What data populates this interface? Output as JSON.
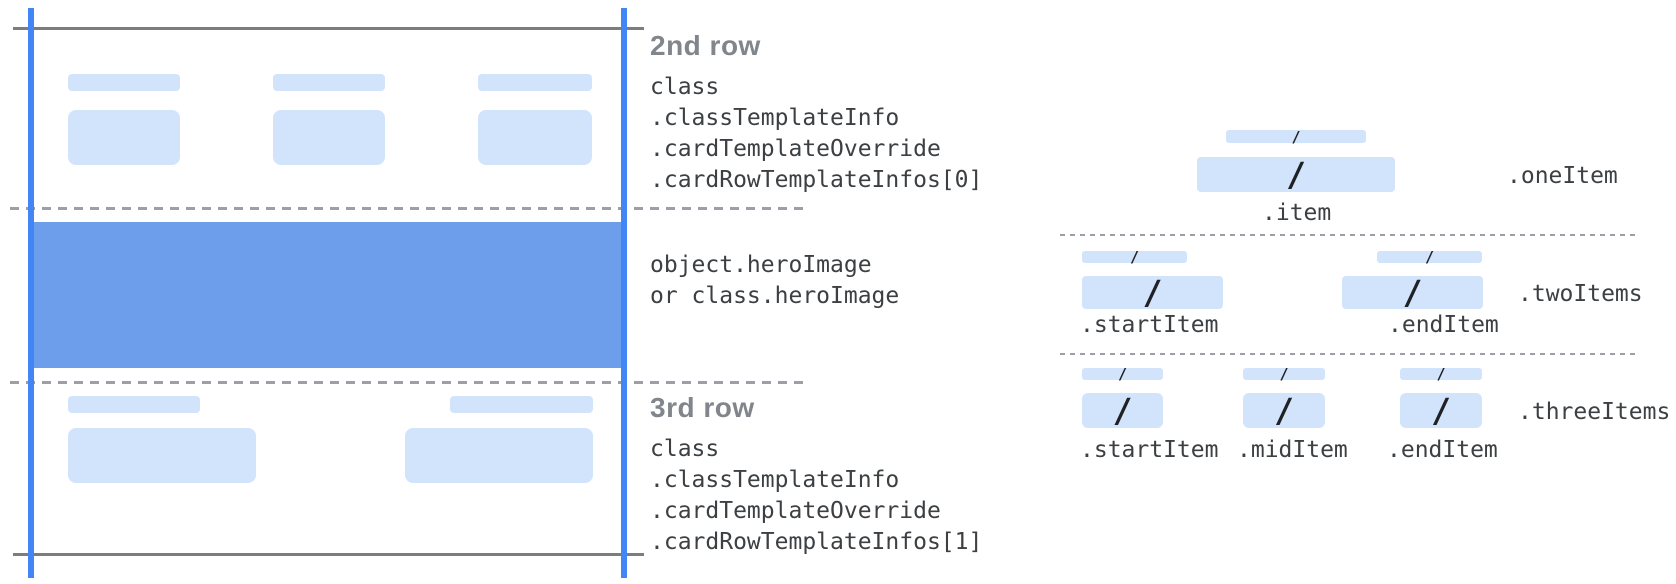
{
  "annotations": {
    "row2": {
      "heading": "2nd row",
      "code": [
        "class",
        ".classTemplateInfo",
        ".cardTemplateOverride",
        ".cardRowTemplateInfos[0]"
      ]
    },
    "hero": {
      "code": [
        "object.heroImage",
        "or class.heroImage"
      ]
    },
    "row3": {
      "heading": "3rd row",
      "code": [
        "class",
        ".classTemplateInfo",
        ".cardTemplateOverride",
        ".cardRowTemplateInfos[1]"
      ]
    }
  },
  "layouts": {
    "one": {
      "name": ".oneItem",
      "items": [
        ".item"
      ]
    },
    "two": {
      "name": ".twoItems",
      "items": [
        ".startItem",
        ".endItem"
      ]
    },
    "three": {
      "name": ".threeItems",
      "items": [
        ".startItem",
        ".midItem",
        ".endItem"
      ]
    }
  },
  "slash": "/",
  "colors": {
    "guide_blue": "#4285f4",
    "hero_blue": "#6d9eeb",
    "placeholder_blue": "#d2e3fc",
    "edge_gray": "#7d7d7d",
    "dash_gray": "#9aa0a6",
    "heading_gray": "#80868b",
    "code_gray": "#3c4043"
  }
}
